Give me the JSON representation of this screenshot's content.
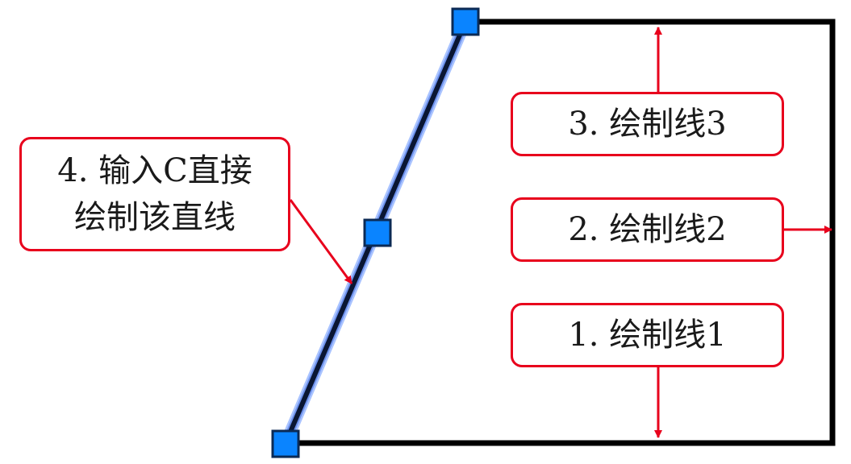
{
  "colors": {
    "callout_border": "#e8001c",
    "arrow": "#e8001c",
    "line": "#000000",
    "selected_line": "#0a1633",
    "selection_glow": "#7fa6ff",
    "grip_fill": "#0a84ff",
    "grip_border": "#0b2a55"
  },
  "callouts": {
    "line3": "3. 绘制线3",
    "line2": "2. 绘制线2",
    "line1": "1. 绘制线1",
    "close_line": [
      "4. 输入C直接",
      "绘制该直线"
    ]
  }
}
